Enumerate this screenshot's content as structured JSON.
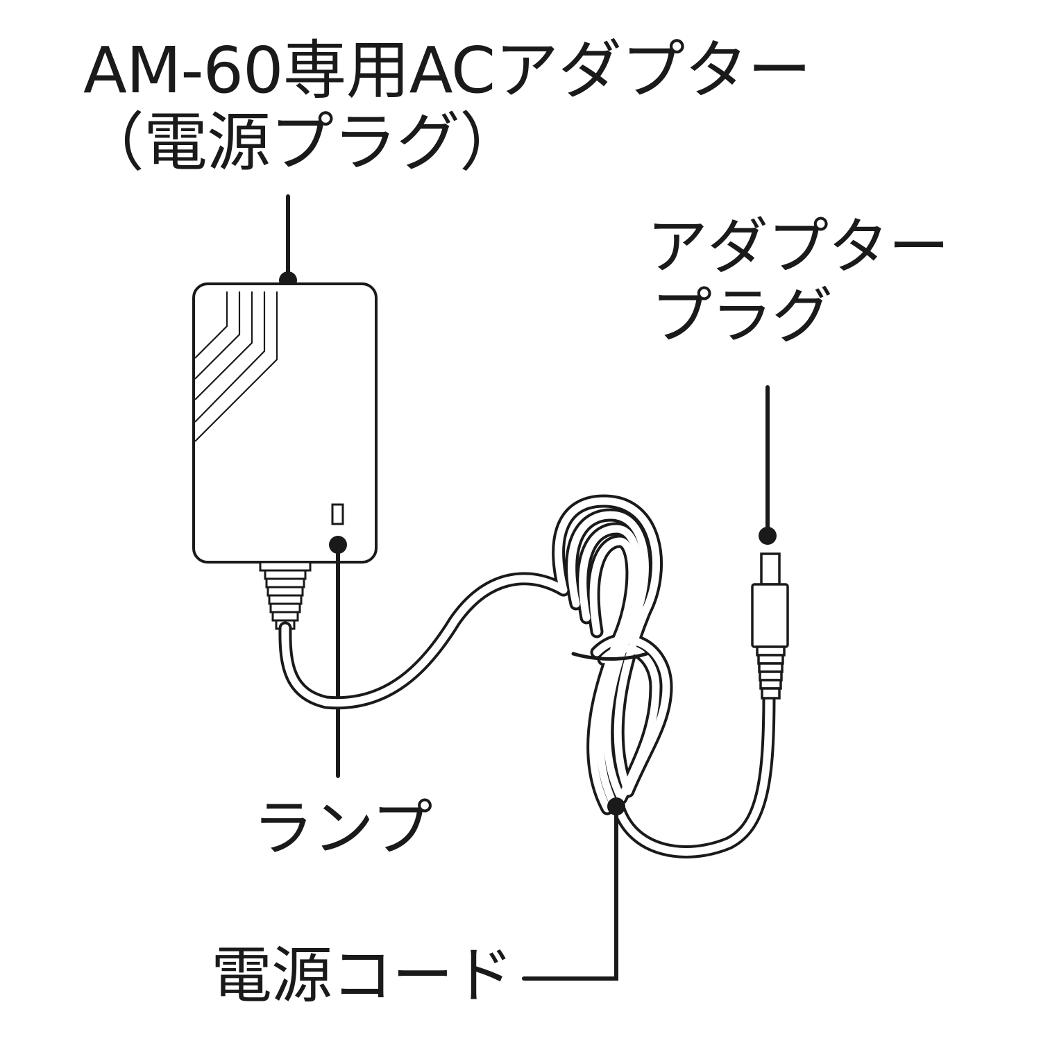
{
  "labels": {
    "power_plug": {
      "line1": "AM-60専用ACアダプター",
      "line2": "（電源プラグ）"
    },
    "adapter_plug": {
      "line1": "アダプター",
      "line2": "プラグ"
    },
    "lamp": "ランプ",
    "power_cord": "電源コード"
  },
  "colors": {
    "ink": "#1a1a1a",
    "background": "#ffffff"
  }
}
